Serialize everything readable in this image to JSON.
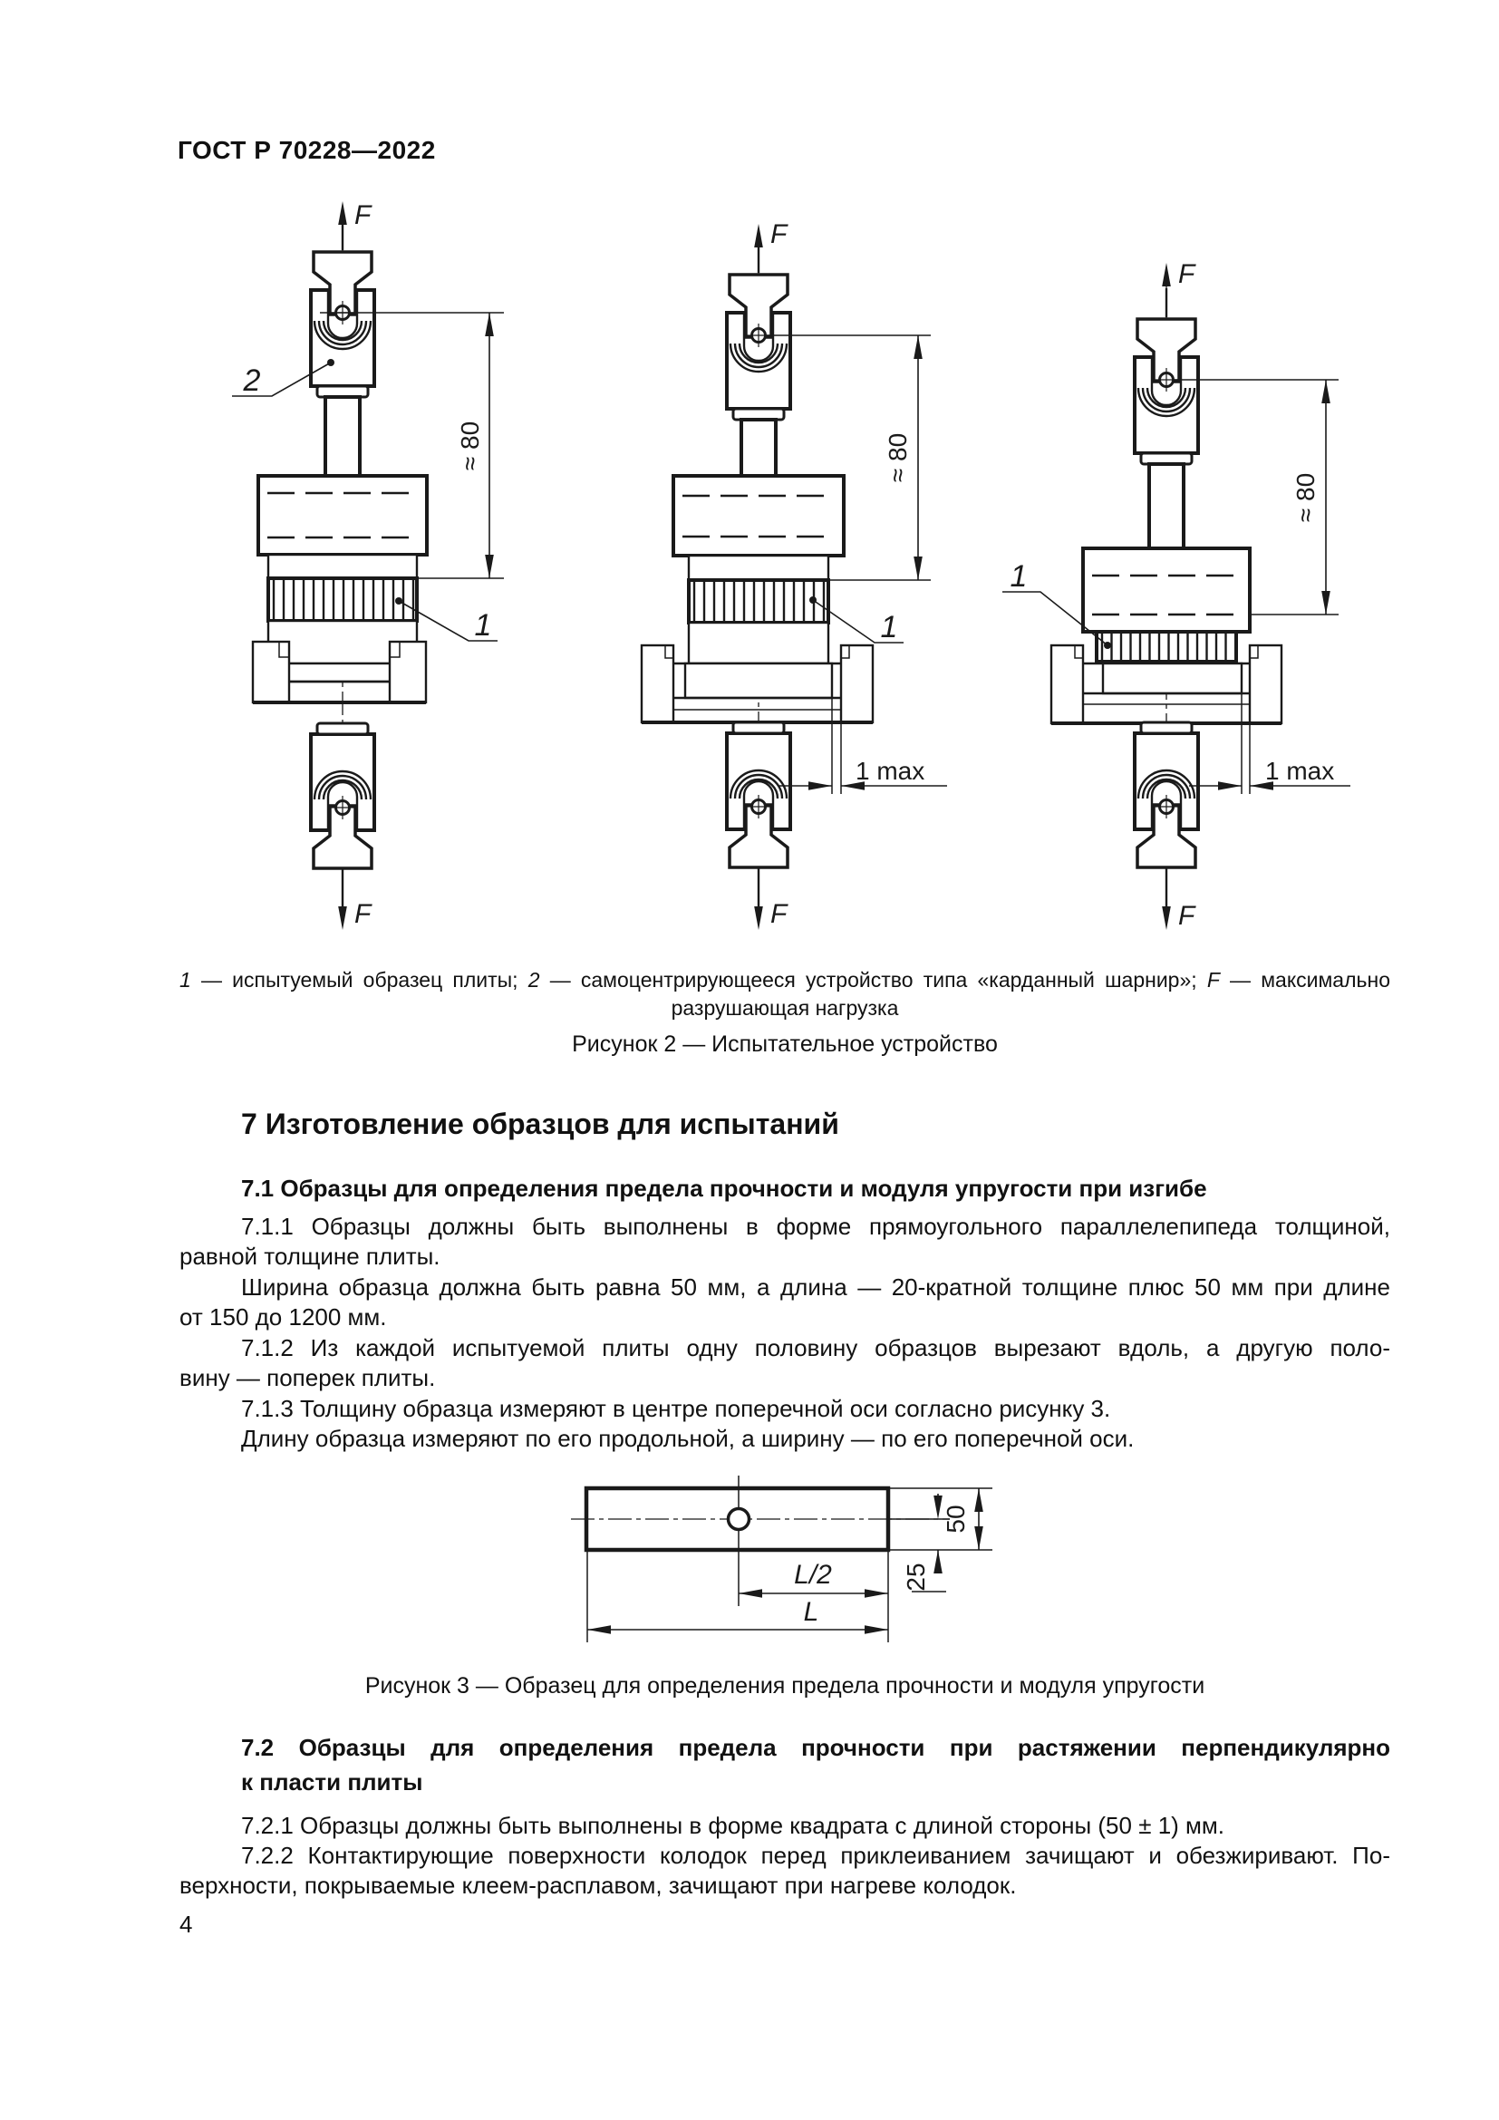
{
  "page": {
    "header": "ГОСТ Р 70228—2022",
    "number": "4"
  },
  "figure2": {
    "force": "F",
    "dim80": "≈ 80",
    "dim1max": "1 max",
    "callout1": "1",
    "callout2": "2",
    "legend": {
      "i1": "1",
      "t1": " — испытуемый образец плиты; ",
      "i2": "2",
      "t2": " — самоцентрирующееся устройство типа «карданный шарнир»; ",
      "i3": "F",
      "t3": " — максимально",
      "line2": "разрушающая нагрузка"
    },
    "caption": "Рисунок 2 — Испытательное устройство"
  },
  "section7": {
    "title": "7 Изготовление образцов для испытаний"
  },
  "s71": {
    "title": "7.1 Образцы для определения предела прочности и модуля упругости при изгибе",
    "p1l1": "7.1.1 Образцы должны быть выполнены в форме прямоугольного параллелепипеда толщиной,",
    "p1l2": "равной толщине плиты.",
    "p2l1": "Ширина образца должна быть равна 50 мм, а длина — 20-кратной толщине плюс 50 мм при длине",
    "p2l2": "от 150 до 1200 мм.",
    "p3l1": "7.1.2 Из каждой испытуемой плиты одну половину образцов вырезают вдоль, а другую поло-",
    "p3l2": "вину — поперек плиты.",
    "p4": "7.1.3 Толщину образца измеряют в центре поперечной оси согласно рисунку 3.",
    "p5": "Длину образца измеряют по его продольной, а ширину — по его поперечной оси."
  },
  "figure3": {
    "dimLhalf": "L/2",
    "dimL": "L",
    "dim50": "50",
    "dim25": "25",
    "caption": "Рисунок 3 — Образец для определения предела прочности и модуля упругости"
  },
  "s72": {
    "titleL1": "7.2 Образцы для определения предела  прочности при растяжении перпендикулярно",
    "titleL2": "к пласти плиты",
    "p1": "7.2.1 Образцы должны быть выполнены в форме квадрата с длиной стороны (50 ± 1) мм.",
    "p2l1": "7.2.2 Контактирующие поверхности колодок перед приклеиванием зачищают и обезжиривают. По-",
    "p2l2": "верхности, покрываемые клеем-расплавом, зачищают при нагреве колодок."
  }
}
